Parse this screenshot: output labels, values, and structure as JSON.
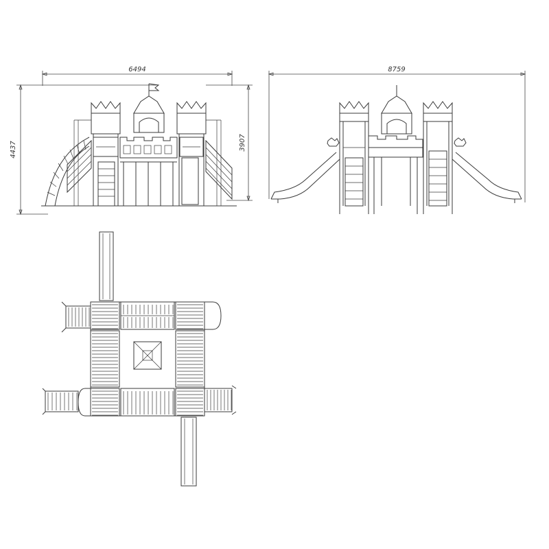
{
  "dimensions": {
    "front_width": "6494",
    "front_height_left": "4437",
    "front_height_right": "3907",
    "side_width": "8759"
  },
  "views": [
    "front-elevation",
    "side-elevation",
    "top-plan"
  ]
}
